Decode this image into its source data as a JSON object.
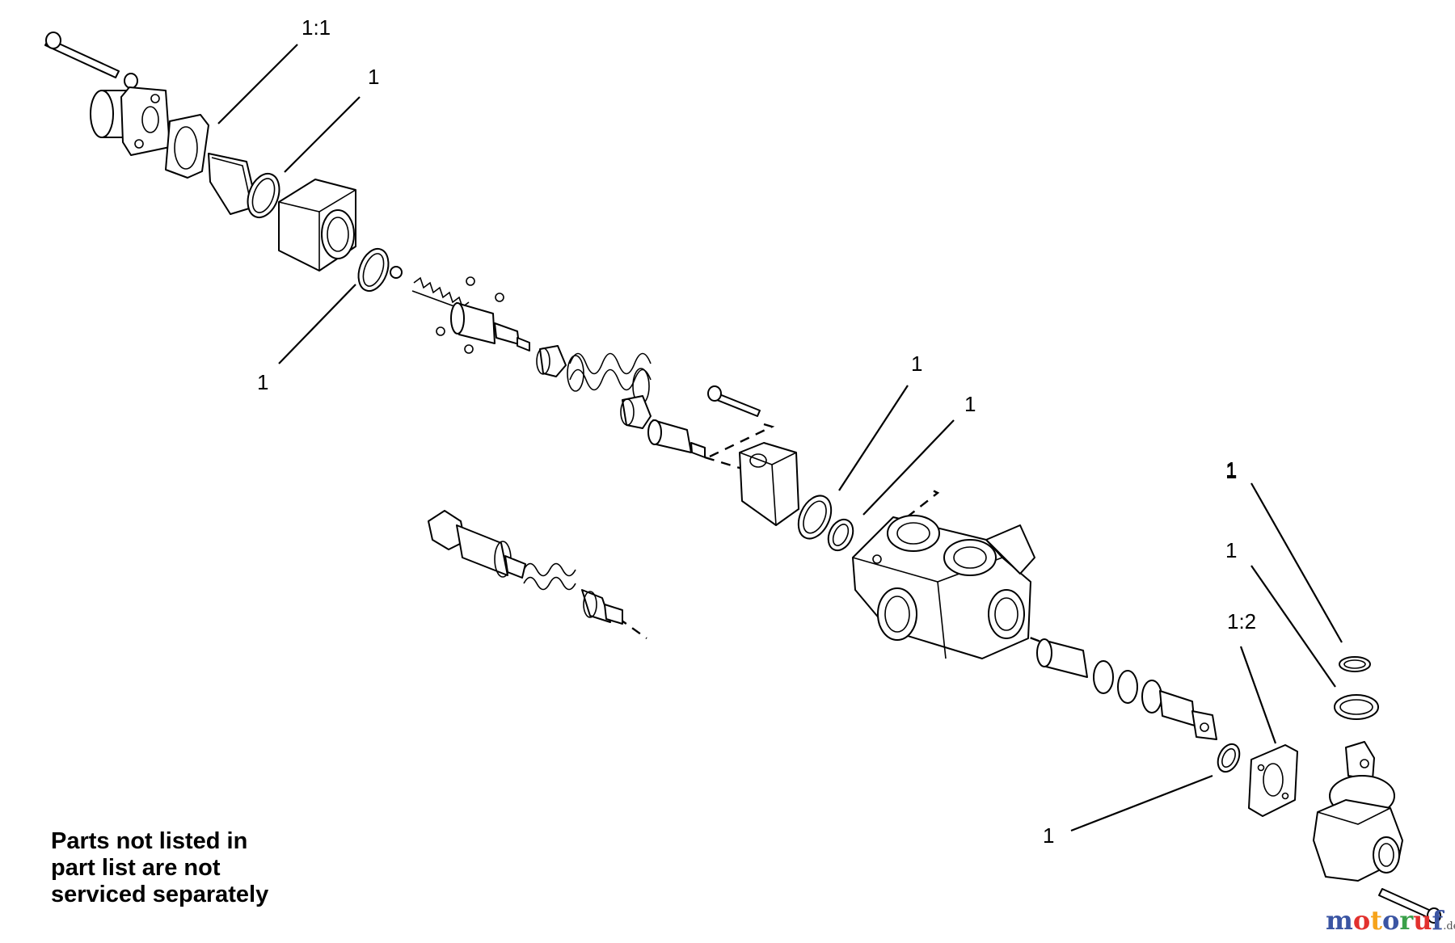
{
  "note": {
    "lines": [
      "Parts not listed in",
      "part list are not",
      "serviced separately"
    ]
  },
  "callouts": [
    "1:1",
    "1",
    "1",
    "1",
    "1",
    "1",
    "1",
    "1",
    "1:2",
    "1"
  ],
  "watermark": {
    "letters": [
      "m",
      "o",
      "t",
      "o",
      "r",
      "u",
      "f"
    ],
    "letter_colors": [
      "#3b55a3",
      "#e2312e",
      "#f6a31b",
      "#3b55a3",
      "#3aa04a",
      "#e2312e",
      "#3b55a3"
    ],
    "tld": ".de"
  }
}
